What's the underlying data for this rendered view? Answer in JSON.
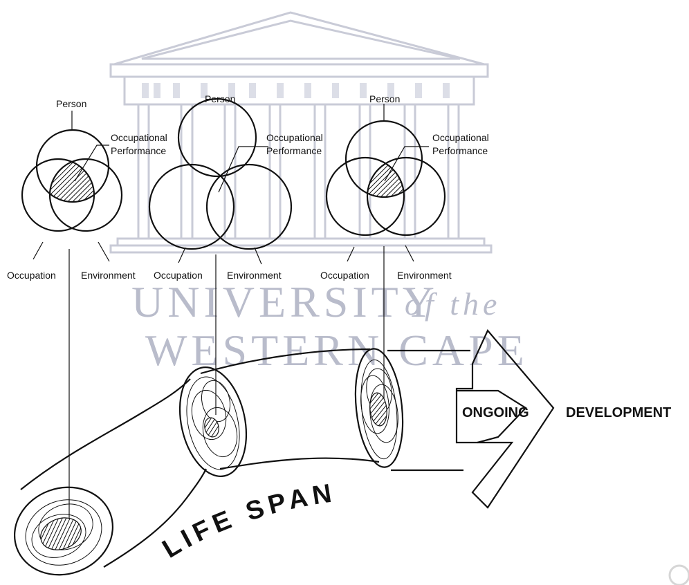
{
  "watermark": {
    "line1": "UNIVERSITY",
    "line1_italic": "of the",
    "line2": "WESTERN CAPE"
  },
  "diagrams": [
    {
      "person": "Person",
      "occupational_performance_line1": "Occupational",
      "occupational_performance_line2": "Performance",
      "occupation": "Occupation",
      "environment": "Environment"
    },
    {
      "person": "Person",
      "occupational_performance_line1": "Occupational",
      "occupational_performance_line2": "Performance",
      "occupation": "Occupation",
      "environment": "Environment"
    },
    {
      "person": "Person",
      "occupational_performance_line1": "Occupational",
      "occupational_performance_line2": "Performance",
      "occupation": "Occupation",
      "environment": "Environment"
    }
  ],
  "tube_label": "LIFE SPAN",
  "arrow": {
    "left_label": "ONGOING",
    "right_label": "DEVELOPMENT"
  },
  "colors": {
    "ink": "#111111",
    "watermark": "#b9bccb"
  }
}
